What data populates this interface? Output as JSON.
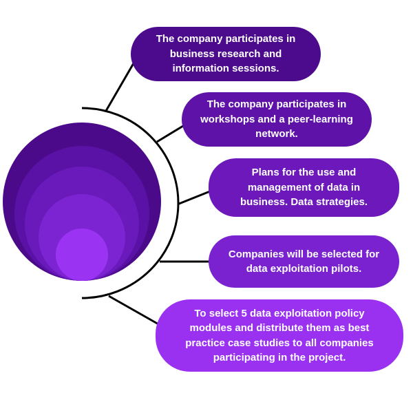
{
  "colors": {
    "rings": [
      "#4a0a8a",
      "#5a12a6",
      "#6a19ba",
      "#7d24d2",
      "#9b33f2"
    ],
    "line": "#000000",
    "text": "#ffffff"
  },
  "steps": [
    {
      "color": "#4c0b8c",
      "lines": [
        "The company participates in",
        "business research and",
        "information sessions."
      ]
    },
    {
      "color": "#5e12a8",
      "lines": [
        "The company participates in",
        "workshops and a peer-learning",
        "network."
      ]
    },
    {
      "color": "#6c18bb",
      "lines": [
        "Plans for the use and",
        "management of data in",
        "business. Data strategies."
      ]
    },
    {
      "color": "#7a22cf",
      "lines": [
        "Companies will be selected for",
        "data exploitation pilots."
      ]
    },
    {
      "color": "#9a30f0",
      "lines": [
        "To select 5 data exploitation policy",
        "modules and distribute them as best",
        "practice case studies to all companies",
        "participating in the project."
      ]
    }
  ]
}
